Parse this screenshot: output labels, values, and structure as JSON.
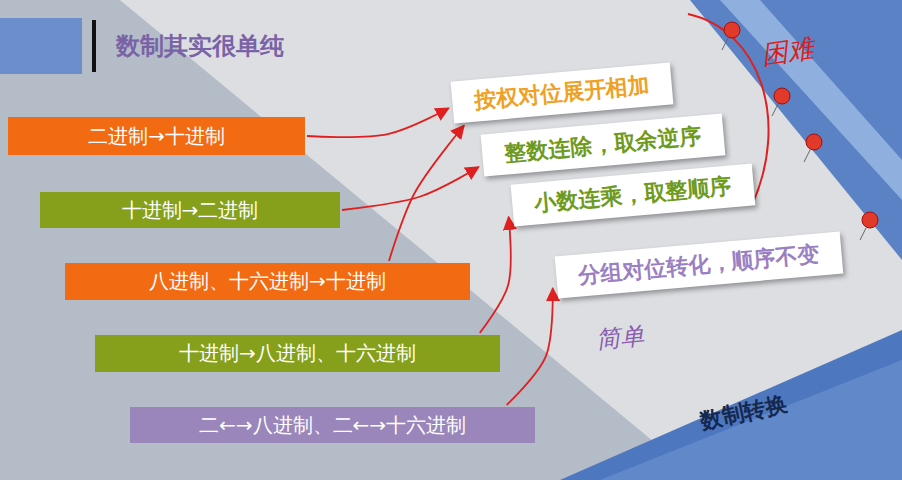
{
  "diagram": {
    "title": "数制其实很单纯",
    "nodes": [
      {
        "text": [
          "二进制→十进制"
        ]
      },
      {
        "text": [
          "十进制→二进制"
        ]
      },
      {
        "text": [
          "八进制、十六进制→十进制"
        ]
      },
      {
        "text": [
          "十进制→八进制、十六进制"
        ]
      },
      {
        "text": [
          "二←→八进制、二←→十六进制"
        ]
      },
      {
        "text": [
          "按权对位展开相加"
        ]
      },
      {
        "text": [
          "整数连除，取余逆序"
        ]
      },
      {
        "text": [
          "小数连乘，取整顺序"
        ]
      },
      {
        "text": [
          "分组对位转化，顺序不变"
        ]
      }
    ],
    "edges": [
      {
        "from": 0,
        "to": 5,
        "arrow": "to"
      },
      {
        "from": 1,
        "to": 6,
        "arrow": "to"
      },
      {
        "from": 2,
        "to": 5,
        "arrow": "to"
      },
      {
        "from": 3,
        "to": 7,
        "arrow": "to"
      },
      {
        "from": 4,
        "to": 8,
        "arrow": "to"
      }
    ],
    "labels": [
      "困难",
      "简单",
      "数制转换"
    ]
  }
}
